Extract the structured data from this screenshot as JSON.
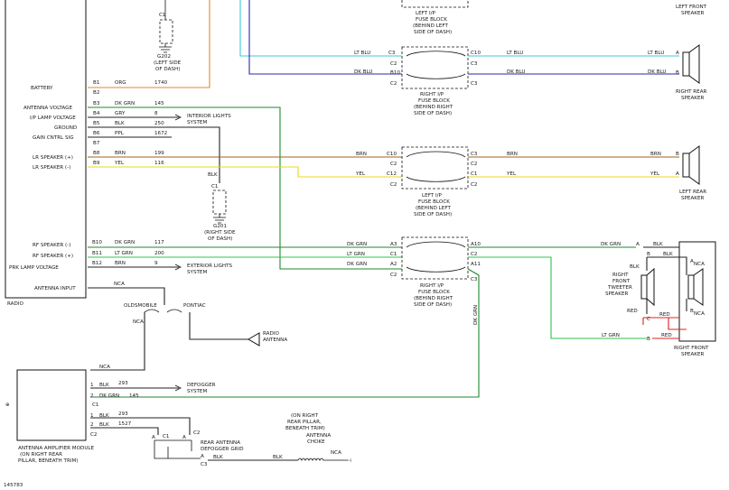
{
  "radio": {
    "name": "RADIO",
    "pins": [
      {
        "label": "BATTERY",
        "pin": "B1"
      },
      {
        "label": "",
        "pin": "B2"
      },
      {
        "label": "ANTENNA VOLTAGE",
        "pin": "B3"
      },
      {
        "label": "I/P LAMP VOLTAGE",
        "pin": "B4"
      },
      {
        "label": "GROUND",
        "pin": "B5"
      },
      {
        "label": "GAIN CNTRL SIG",
        "pin": "B6"
      },
      {
        "label": "",
        "pin": "B7"
      },
      {
        "label": "LR SPEAKER (+)",
        "pin": "B8"
      },
      {
        "label": "LR SPEAKER (-)",
        "pin": "B9"
      },
      {
        "label": "RF SPEAKER (-)",
        "pin": "B10"
      },
      {
        "label": "RF SPEAKER (+)",
        "pin": "B11"
      },
      {
        "label": "PRK LAMP VOLTAGE",
        "pin": "B12"
      }
    ],
    "antenna_input": "ANTENNA INPUT"
  },
  "wires": [
    {
      "color": "ORG",
      "circuit": "1740"
    },
    {
      "color": "DK GRN",
      "circuit": "145"
    },
    {
      "color": "GRY",
      "circuit": "8"
    },
    {
      "color": "BLK",
      "circuit": "250"
    },
    {
      "color": "PPL",
      "circuit": "1672"
    },
    {
      "color": "BRN",
      "circuit": "199"
    },
    {
      "color": "YEL",
      "circuit": "116"
    },
    {
      "color": "DK GRN",
      "circuit": "117"
    },
    {
      "color": "LT GRN",
      "circuit": "200"
    },
    {
      "color": "BRN",
      "circuit": "9"
    }
  ],
  "grounds": {
    "g202": "G202",
    "g202_loc": [
      "(LEFT SIDE",
      "OF DASH)"
    ],
    "g201": "G201",
    "g201_loc": [
      "(RIGHT SIDE",
      "OF DASH)"
    ]
  },
  "systems": {
    "interior": [
      "INTERIOR LIGHTS",
      "SYSTEM"
    ],
    "exterior": [
      "EXTERIOR LIGHTS",
      "SYSTEM"
    ],
    "defogger": [
      "DEFOGGER",
      "SYSTEM"
    ]
  },
  "fuseblocks": {
    "left": [
      "LEFT I/P",
      "FUSE BLOCK",
      "(BEHIND LEFT",
      "SIDE OF DASH)"
    ],
    "right": [
      "RIGHT I/P",
      "FUSE BLOCK",
      "(BEHIND RIGHT",
      "SIDE OF DASH)"
    ]
  },
  "connectors": [
    "C1",
    "C2",
    "C3",
    "C10",
    "C12",
    "A2",
    "A3",
    "A10",
    "A11",
    "B3",
    "B10"
  ],
  "speakers": {
    "left_front": [
      "LEFT FRONT",
      "SPEAKER"
    ],
    "right_rear": [
      "RIGHT REAR",
      "SPEAKER"
    ],
    "left_rear": [
      "LEFT REAR",
      "SPEAKER"
    ],
    "right_front": [
      "RIGHT FRONT",
      "SPEAKER"
    ],
    "tweeter": [
      "RIGHT",
      "FRONT",
      "TWEETER",
      "SPEAKER"
    ]
  },
  "wire_labels": {
    "lt_blu": "LT BLU",
    "dk_blu": "DK BLU",
    "brn": "BRN",
    "yel": "YEL",
    "dk_grn": "DK GRN",
    "lt_grn": "LT GRN",
    "blk": "BLK",
    "red": "RED",
    "nca": "NCA",
    "org": "ORG"
  },
  "antenna": {
    "oldsmobile": "OLDSMOBILE",
    "pontiac": "PONTIAC",
    "radio_antenna": [
      "RADIO",
      "ANTENNA"
    ],
    "module": [
      "ANTENNA AMPLIFIER MODULE",
      "(ON RIGHT REAR",
      "PILLAR, BENEATH TRIM)"
    ],
    "grid": [
      "REAR ANTENNA",
      "DEFOGGER GRID"
    ],
    "choke": [
      "(ON RIGHT",
      "REAR PILLAR,",
      "BENEATH TRIM)",
      "ANTENNA",
      "CHOKE"
    ],
    "module_wires": [
      {
        "color": "BLK",
        "circuit": "293"
      },
      {
        "color": "DK GRN",
        "circuit": "145"
      },
      {
        "color": "BLK",
        "circuit": "293"
      },
      {
        "color": "BLK",
        "circuit": "1527"
      }
    ]
  },
  "figure_id": "145783"
}
